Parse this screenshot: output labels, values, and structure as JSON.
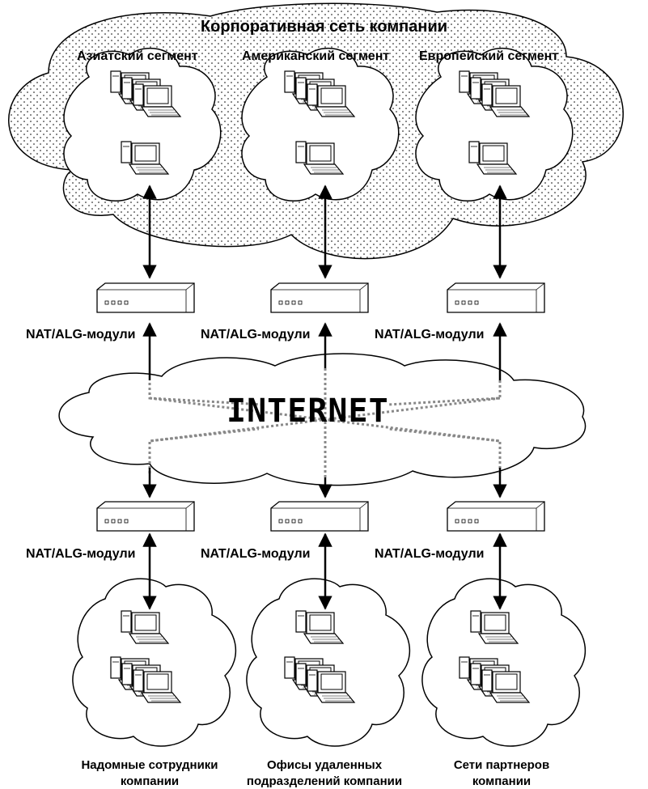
{
  "diagram": {
    "corporate_title": "Корпоративная сеть компании",
    "segments": [
      {
        "label": "Азиатский сегмент"
      },
      {
        "label": "Американский сегмент"
      },
      {
        "label": "Европейский сегмент"
      }
    ],
    "nat_label": "NAT/ALG-модули",
    "internet_label": "INTERNET",
    "remote_sites": [
      {
        "line1": "Надомные сотрудники",
        "line2": "компании"
      },
      {
        "line1": "Офисы удаленных",
        "line2": "подразделений компании"
      },
      {
        "line1": "Сети партнеров",
        "line2": "компании"
      }
    ]
  },
  "colors": {
    "stroke": "#000000",
    "fill": "#ffffff",
    "dots": "#000000"
  }
}
